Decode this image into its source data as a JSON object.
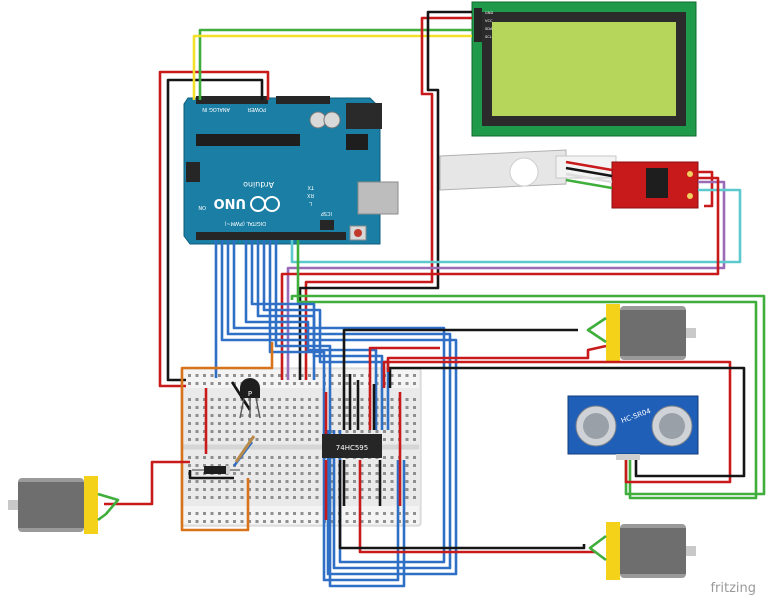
{
  "board": {
    "logo": "UNO",
    "name": "Arduino",
    "header_analog": "ANALOG IN",
    "header_power": "POWER",
    "header_digital": "DIGITAL (PWM~)",
    "icsp": "ICSP",
    "tx": "TX",
    "rx": "RX",
    "l": "L",
    "on": "ON"
  },
  "ic": {
    "label": "74HC595"
  },
  "sensor": {
    "label": "HC-SR04"
  },
  "transistor": {
    "label": "P"
  },
  "lcd": {
    "pins": [
      "GND",
      "VCC",
      "SDA",
      "SCL"
    ]
  },
  "brand": "fritzing",
  "colors": {
    "red": "#c8191b",
    "black": "#151515",
    "blue": "#2f6fc6",
    "green": "#3fae3b",
    "yellow": "#f2e02a",
    "orange": "#d8731a",
    "purple": "#9b6bb8",
    "cyan": "#5cc9cf",
    "board": "#1a7ea5",
    "lcd_screen": "#b6d55b"
  }
}
